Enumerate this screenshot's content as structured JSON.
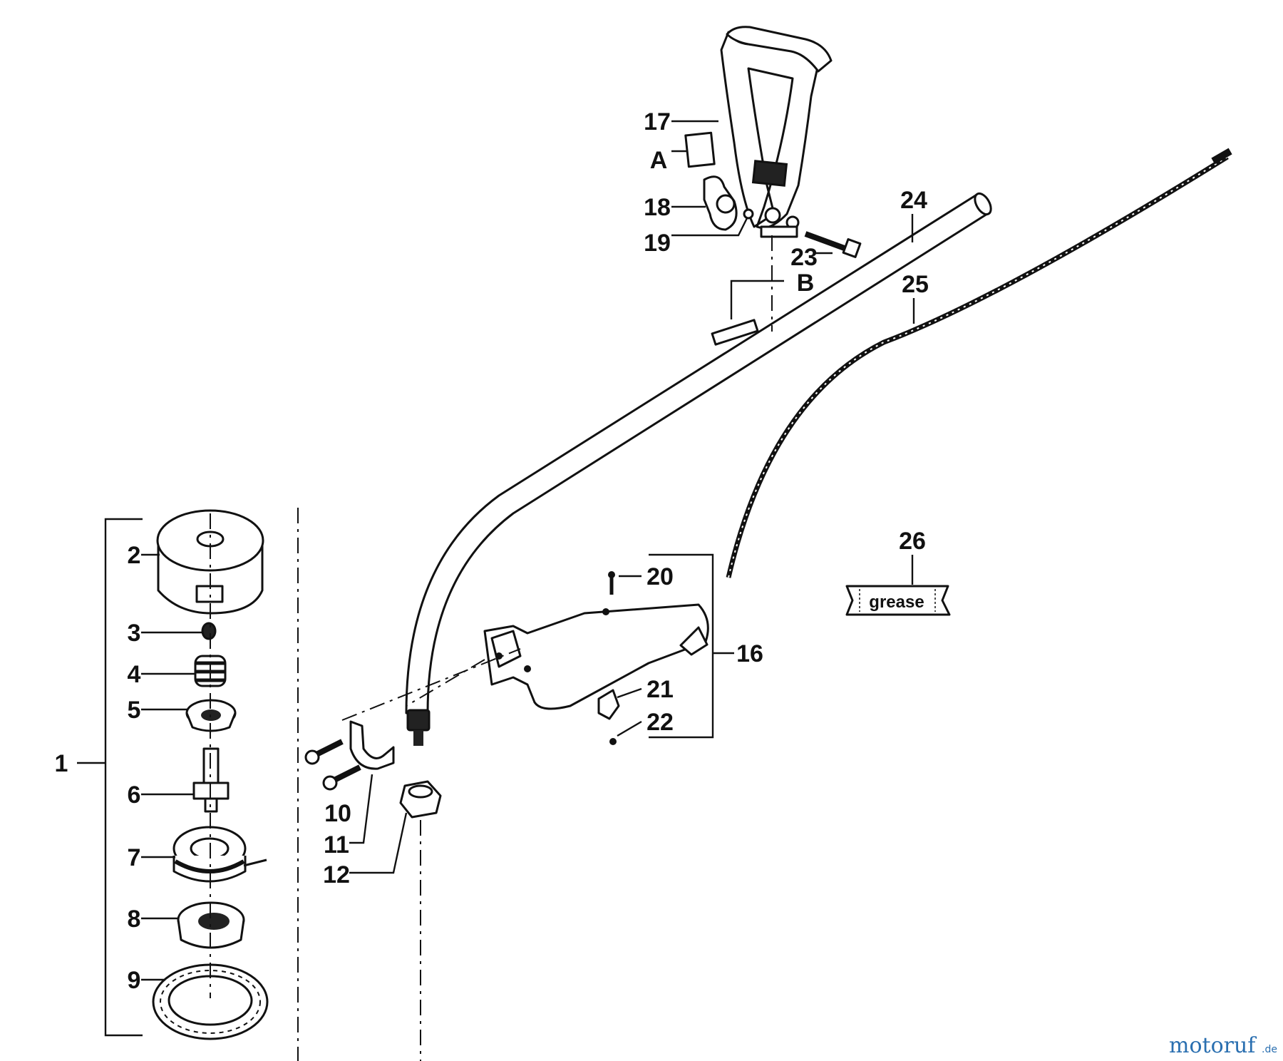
{
  "labels": {
    "p1": "1",
    "p2": "2",
    "p3": "3",
    "p4": "4",
    "p5": "5",
    "p6": "6",
    "p7": "7",
    "p8": "8",
    "p9": "9",
    "p10": "10",
    "p11": "11",
    "p12": "12",
    "p16": "16",
    "p17": "17",
    "pA": "A",
    "p18": "18",
    "p19": "19",
    "p20": "20",
    "p21": "21",
    "p22": "22",
    "p23": "23",
    "p24": "24",
    "pB": "B",
    "p25": "25",
    "p26": "26"
  },
  "grease_text": "grease",
  "watermark": {
    "brand": "motoruf",
    "tld": ".de"
  }
}
